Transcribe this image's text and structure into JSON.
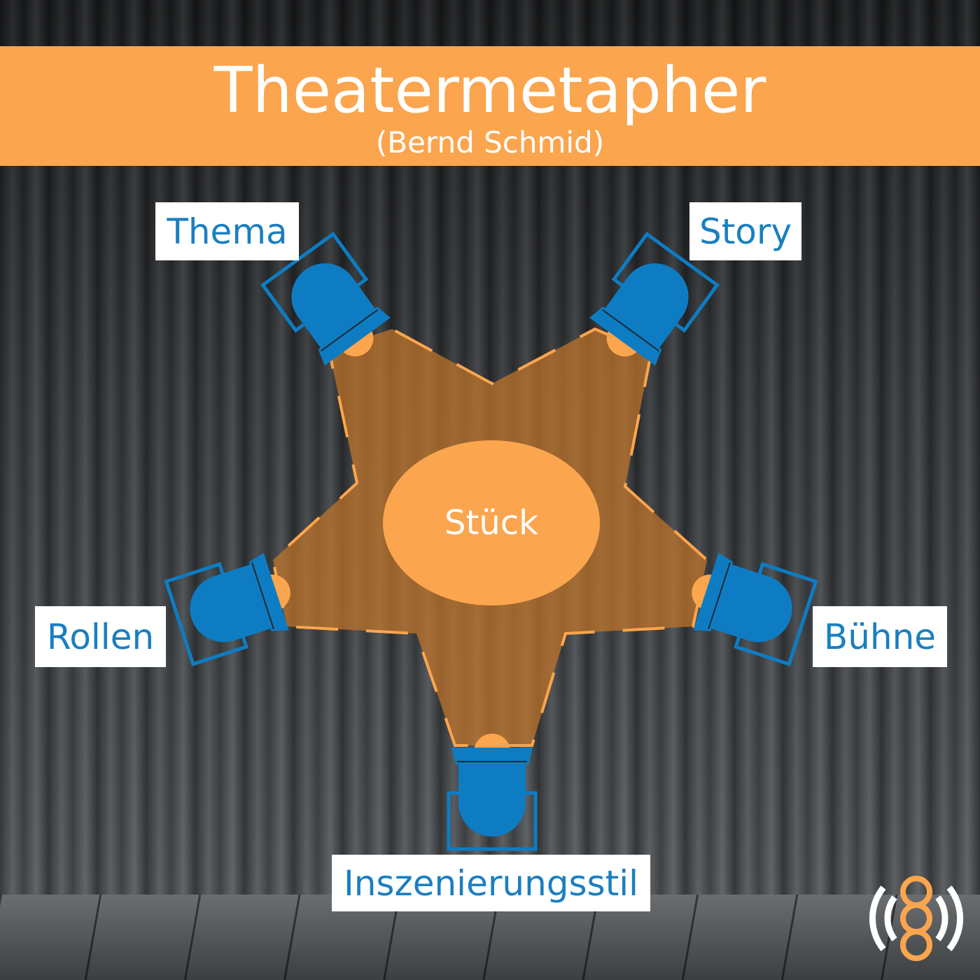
{
  "header": {
    "title": "Theatermetapher",
    "subtitle": "(Bernd Schmid)"
  },
  "center": {
    "label": "Stück"
  },
  "spotlights": [
    {
      "label": "Thema"
    },
    {
      "label": "Story"
    },
    {
      "label": "Rollen"
    },
    {
      "label": "Bühne"
    },
    {
      "label": "Inszenierungsstil"
    }
  ],
  "colors": {
    "orange": "#FBA54E",
    "blue": "#0E7CC2",
    "label_text": "#1a7fc0"
  },
  "logo": {
    "icon": "broadcast-chain-logo"
  }
}
